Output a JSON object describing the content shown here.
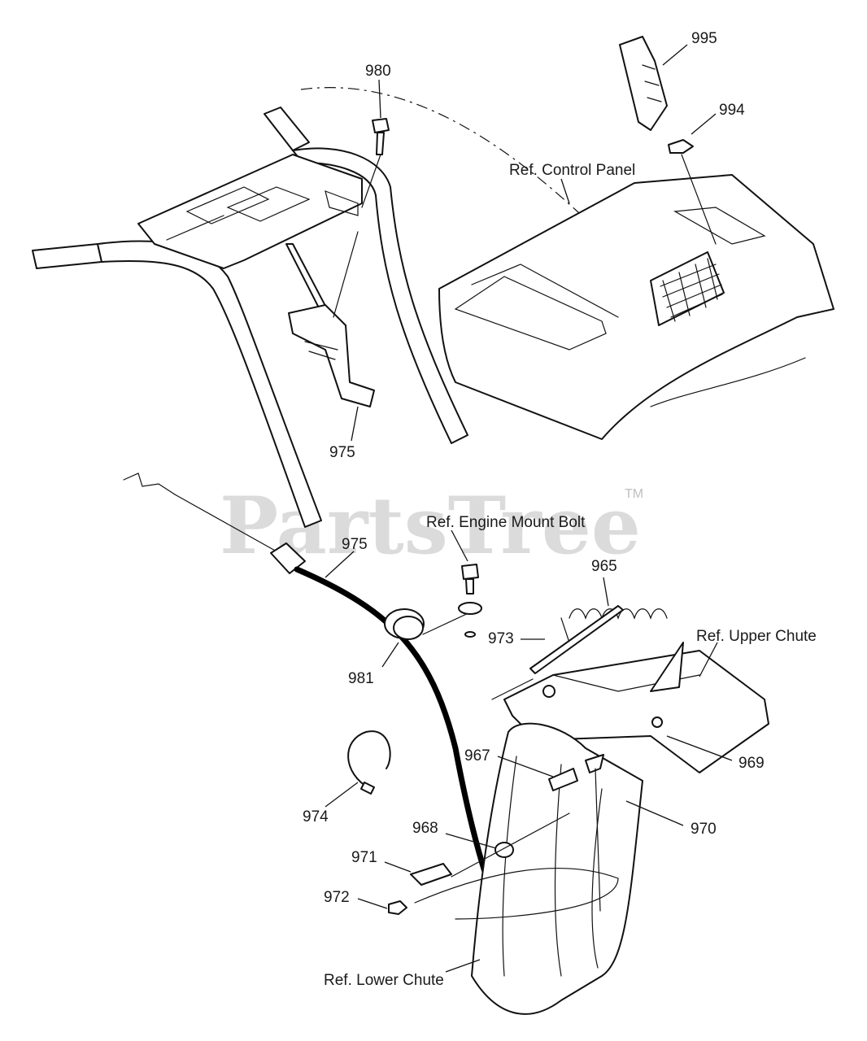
{
  "watermark": {
    "brand": "PartsTree",
    "trademark": "TM"
  },
  "callouts": {
    "c995": "995",
    "c994": "994",
    "c980": "980",
    "c975_handle": "975",
    "c975_cable": "975",
    "c965": "965",
    "c973": "973",
    "c981": "981",
    "c967": "967",
    "c969": "969",
    "c970": "970",
    "c968": "968",
    "c971": "971",
    "c972": "972",
    "c974": "974"
  },
  "references": {
    "control_panel": "Ref. Control Panel",
    "engine_mount_bolt": "Ref. Engine Mount Bolt",
    "upper_chute": "Ref. Upper Chute",
    "lower_chute": "Ref. Lower Chute"
  }
}
